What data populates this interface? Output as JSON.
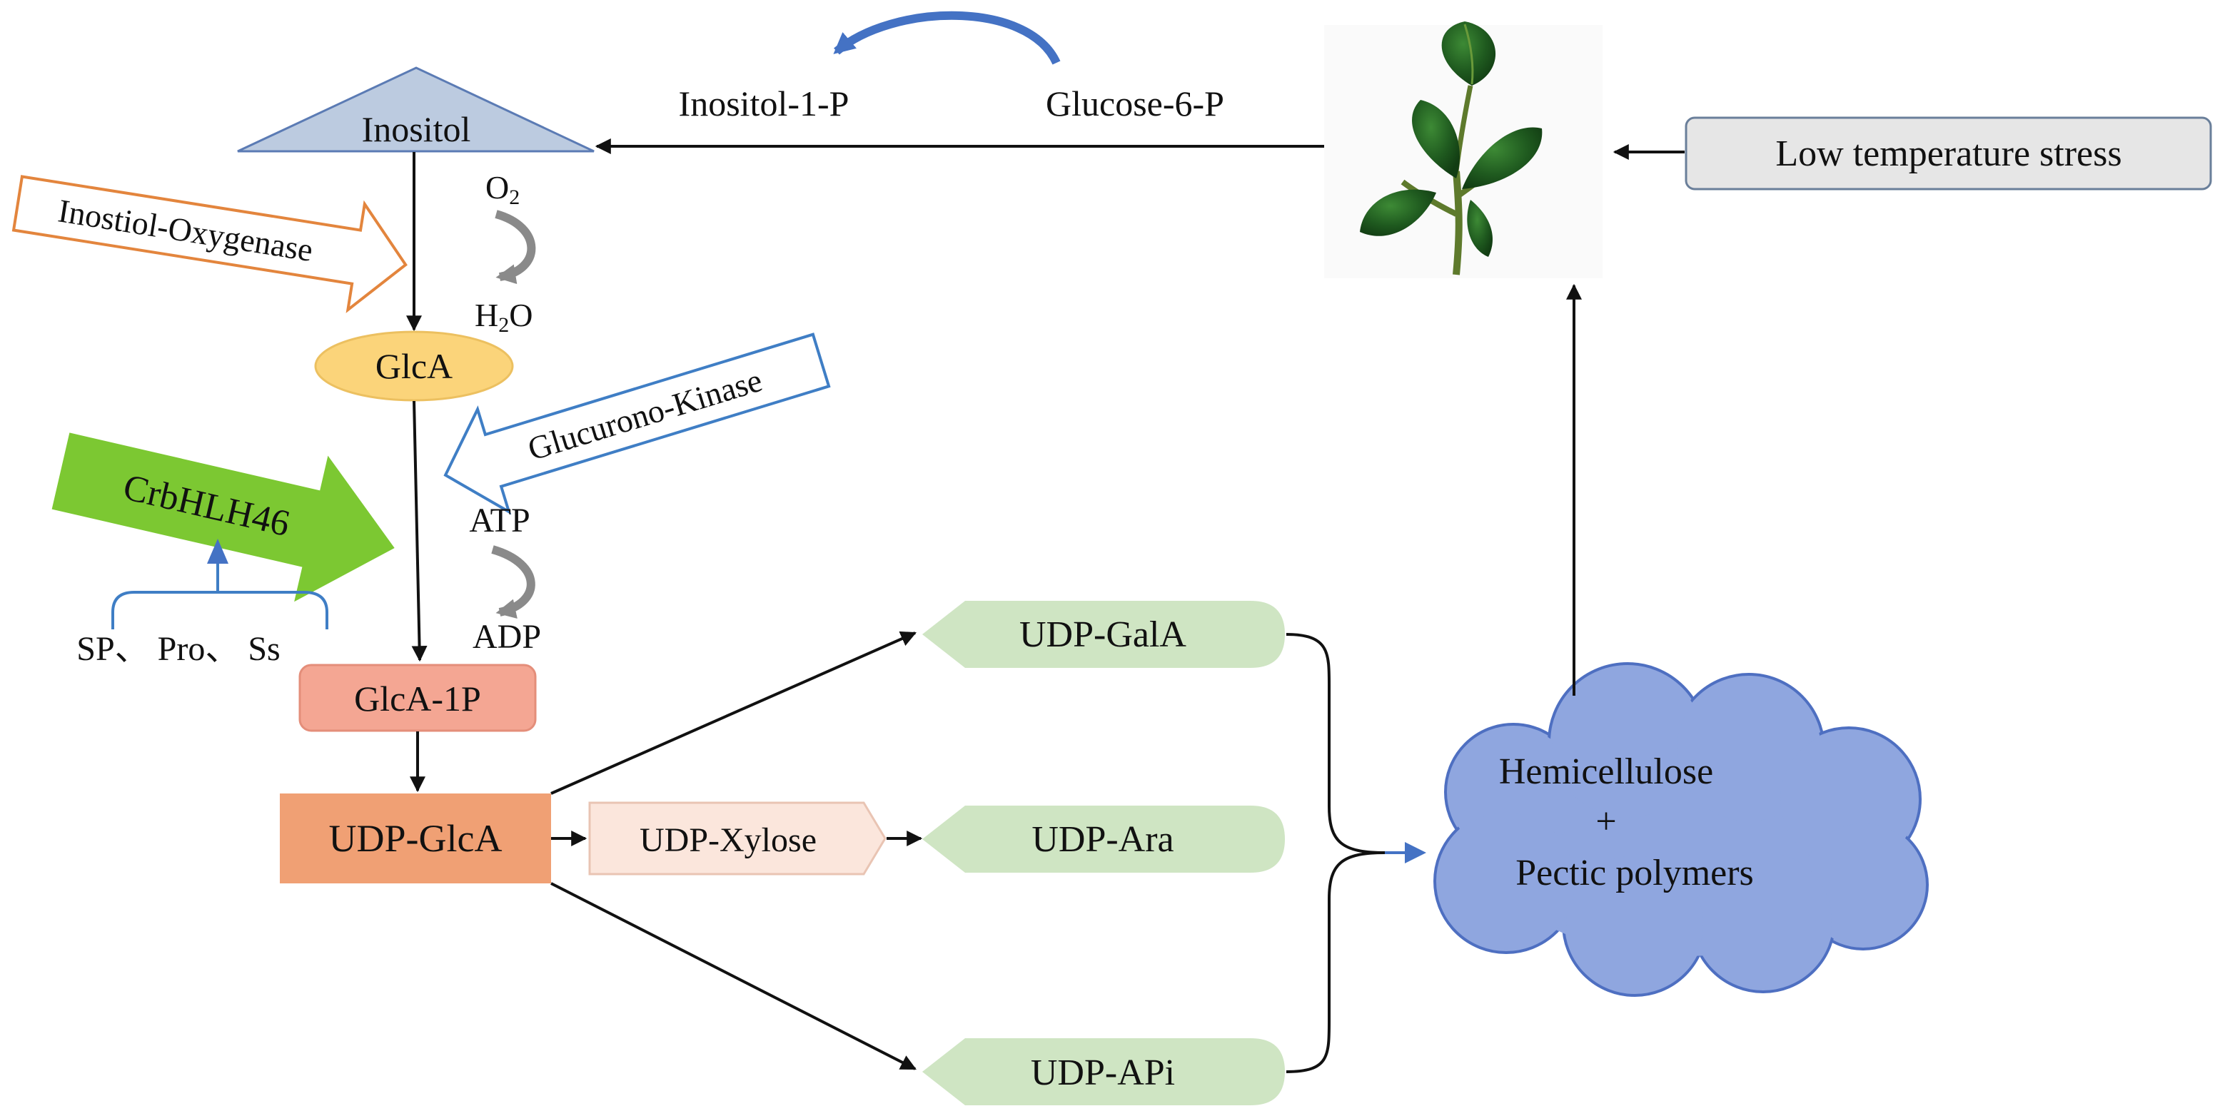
{
  "nodes": {
    "inositol": "Inositol",
    "inositol_1p": "Inositol-1-P",
    "glucose_6p": "Glucose-6-P",
    "low_temp": "Low temperature stress",
    "o2_o": "O",
    "o2_sub": "2",
    "h2o_h": "H",
    "h2o_sub": "2",
    "h2o_o": "O",
    "glca": "GlcA",
    "atp": "ATP",
    "adp": "ADP",
    "glca_1p": "GlcA-1P",
    "udp_glca": "UDP-GlcA",
    "udp_xylose": "UDP-Xylose",
    "udp_gala": "UDP-GalA",
    "udp_ara": "UDP-Ara",
    "udp_api": "UDP-APi",
    "hemicellulose": "Hemicellulose",
    "plus": "+",
    "pectic": "Pectic  polymers",
    "sp_pro_ss": "SP、 Pro、 Ss"
  },
  "enzymes": {
    "inositol_oxygenase": "Inostiol-Oxygenase",
    "glucurono_kinase": "Glucurono-Kinase",
    "crbhlh46": "CrbHLH46"
  },
  "colors": {
    "triangle_fill": "#bccbe0",
    "triangle_stroke": "#5b7bb4",
    "glca_fill": "#fbd47a",
    "glca_1p_fill": "#f4a693",
    "udp_glca_fill": "#f0a074",
    "udp_xylose_fill": "#fbe6dc",
    "green_tag_fill": "#cfe5c3",
    "cloud_fill": "#8fa6df",
    "cloud_stroke": "#4e6fc1",
    "crbhlh46_fill": "#7cc832",
    "oxygenase_stroke": "#e3853d",
    "kinase_stroke": "#3f7ec5",
    "low_temp_fill": "#e6e6e6",
    "accent_arrow": "#4472c4"
  },
  "icons": [
    "leaf-sprig-icon",
    "curved-arrow-icon"
  ]
}
